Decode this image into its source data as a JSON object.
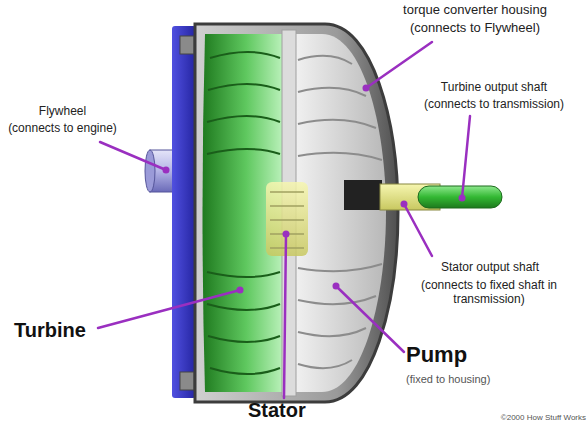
{
  "diagram": {
    "labels": [
      "torque converter housing",
      "(connects to Flywheel)",
      "Flywheel",
      "(connects to engine)",
      "Turbine output shaft",
      "(connects to transmission)",
      "Stator output shaft",
      "(connects to fixed shaft in transmission)",
      "Turbine",
      "Pump",
      "(fixed to housing)",
      "Stator",
      "©2000 How Stuff Works"
    ]
  }
}
